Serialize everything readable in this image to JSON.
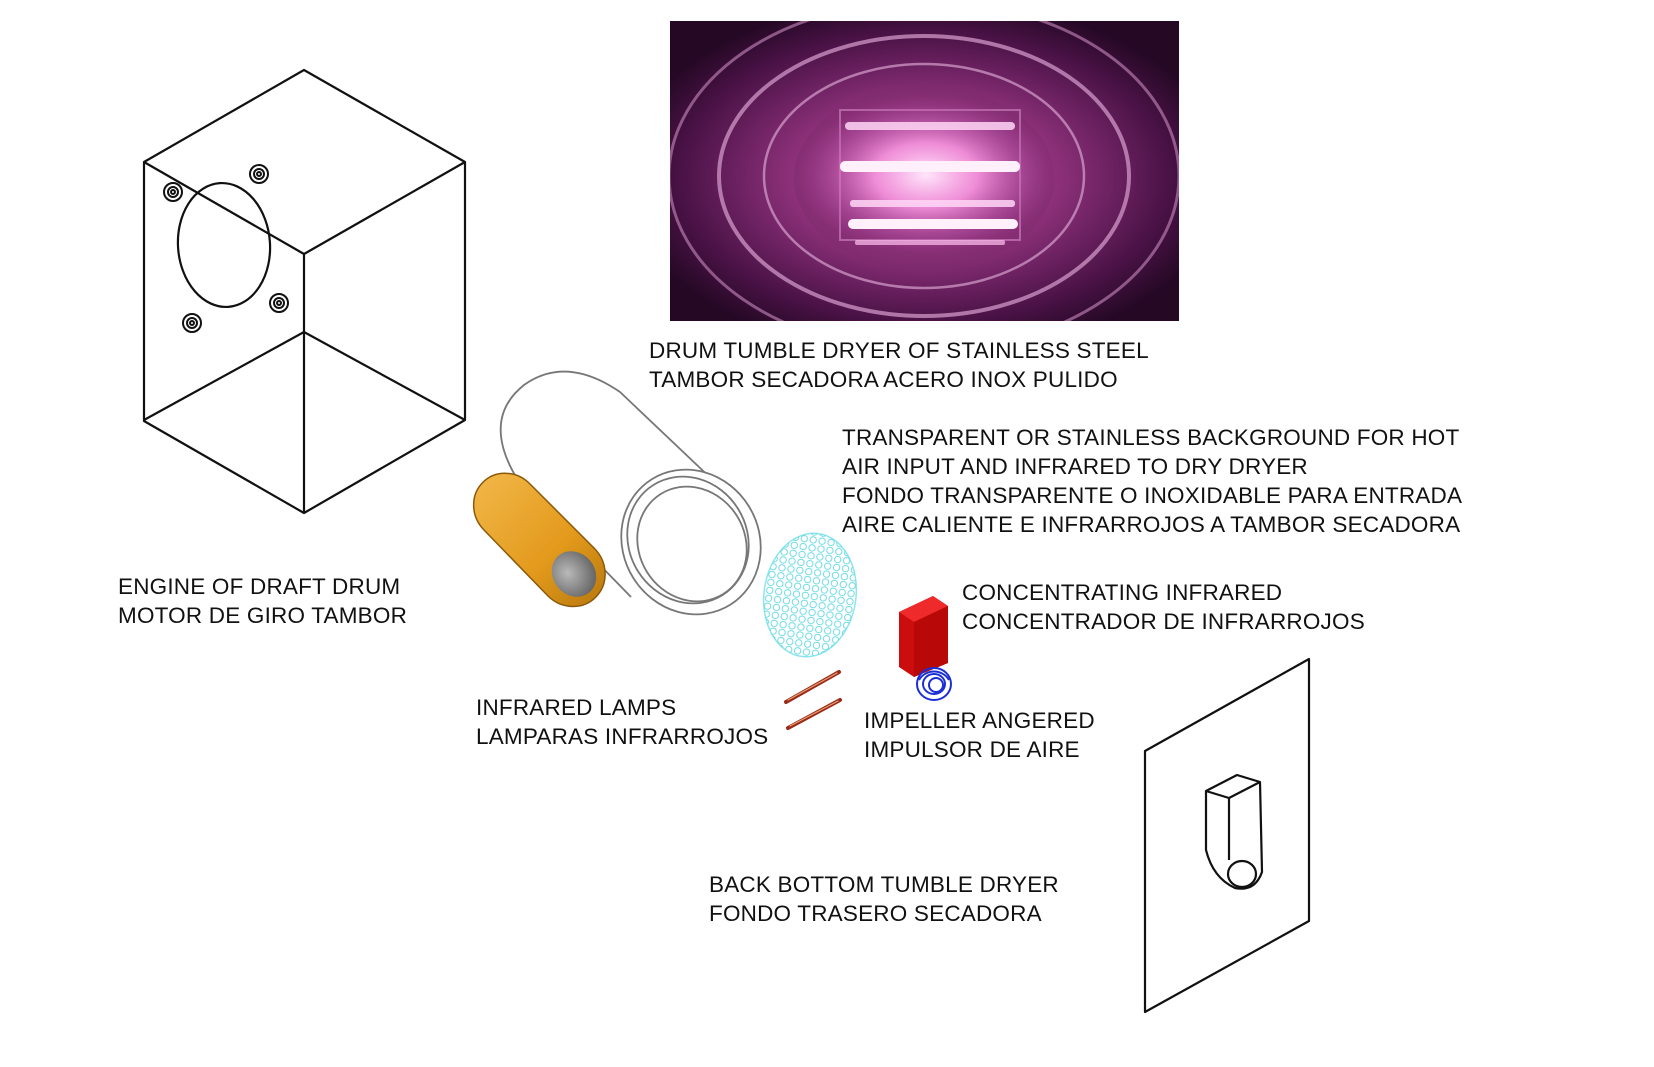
{
  "labels": {
    "drum": {
      "line1": "DRUM TUMBLE DRYER OF STAINLESS STEEL",
      "line2": "TAMBOR SECADORA ACERO INOX PULIDO"
    },
    "background": {
      "line1": "TRANSPARENT OR STAINLESS BACKGROUND FOR HOT",
      "line2": "AIR INPUT AND INFRARED TO DRY DRYER",
      "line3": "FONDO TRANSPARENTE O INOXIDABLE PARA ENTRADA",
      "line4": "AIRE CALIENTE E INFRARROJOS A TAMBOR SECADORA"
    },
    "engine": {
      "line1": "ENGINE OF DRAFT DRUM",
      "line2": "MOTOR DE GIRO TAMBOR"
    },
    "concentrator": {
      "line1": "CONCENTRATING INFRARED",
      "line2": "CONCENTRADOR DE INFRARROJOS"
    },
    "lamps": {
      "line1": "INFRARED LAMPS",
      "line2": "LAMPARAS INFRARROJOS"
    },
    "impeller": {
      "line1": "IMPELLER ANGERED",
      "line2": "IMPULSOR DE AIRE"
    },
    "back": {
      "line1": "BACK BOTTOM TUMBLE DRYER",
      "line2": "FONDO TRASERO SECADORA"
    }
  },
  "colors": {
    "line": "#111111",
    "motor": "#e8a020",
    "motor_core": "#8a8a8a",
    "mesh": "#7fe3ea",
    "concentrator": "#dd1111",
    "impeller": "#1a2fd6",
    "lamp": "#9a2a1a",
    "photo_glow": "#ff8fe0"
  }
}
